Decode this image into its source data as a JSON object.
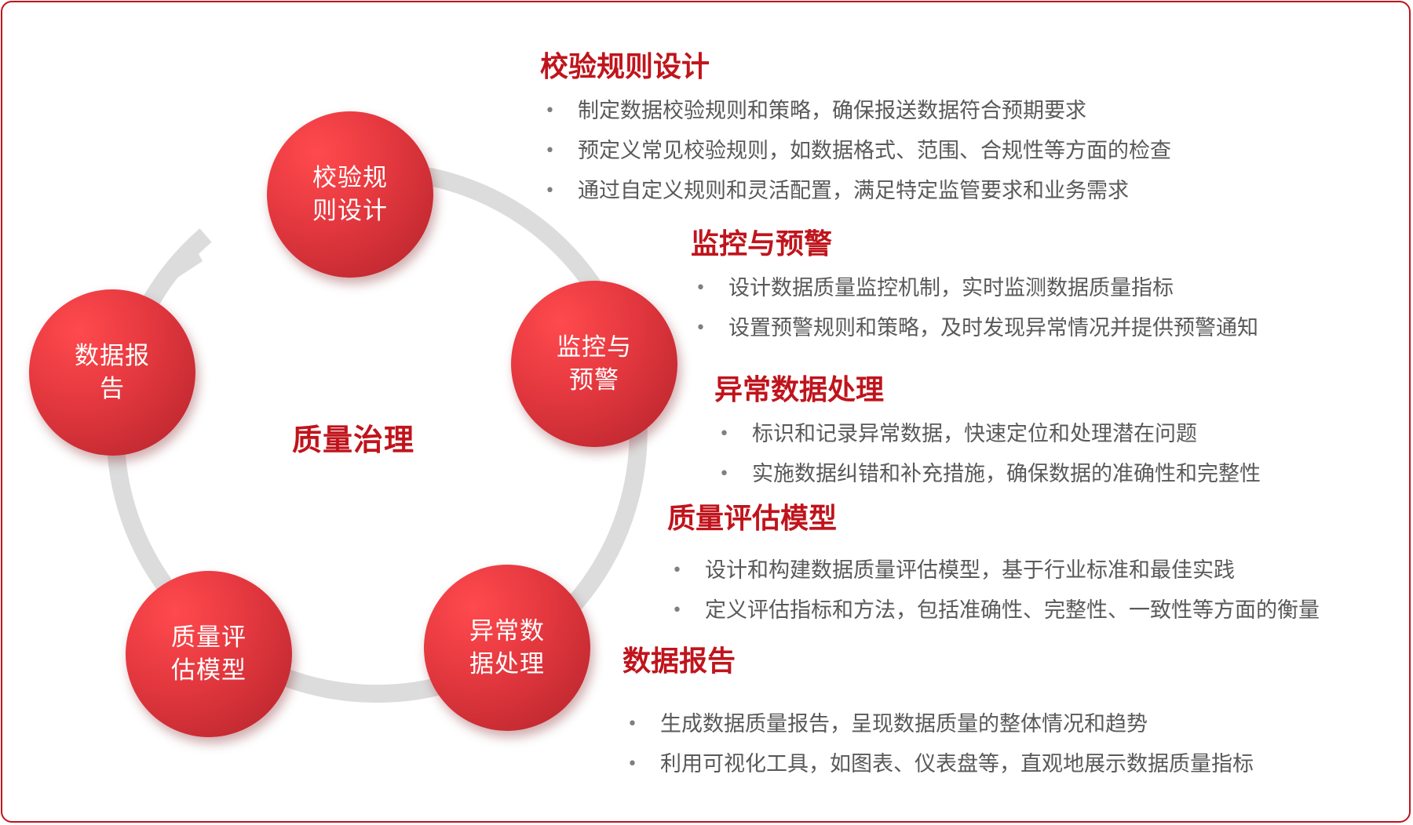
{
  "center_title": "质量治理",
  "nodes": [
    {
      "lines": [
        "校验规",
        "则设计"
      ]
    },
    {
      "lines": [
        "监控与",
        "预警"
      ]
    },
    {
      "lines": [
        "异常数",
        "据处理"
      ]
    },
    {
      "lines": [
        "质量评",
        "估模型"
      ]
    },
    {
      "lines": [
        "数据报",
        "告"
      ]
    }
  ],
  "sections": [
    {
      "title": "校验规则设计",
      "bullets": [
        "制定数据校验规则和策略，确保报送数据符合预期要求",
        "预定义常见校验规则，如数据格式、范围、合规性等方面的检查",
        "通过自定义规则和灵活配置，满足特定监管要求和业务需求"
      ]
    },
    {
      "title": "监控与预警",
      "bullets": [
        "设计数据质量监控机制，实时监测数据质量指标",
        "设置预警规则和策略，及时发现异常情况并提供预警通知"
      ]
    },
    {
      "title": "异常数据处理",
      "bullets": [
        "标识和记录异常数据，快速定位和处理潜在问题",
        "实施数据纠错和补充措施，确保数据的准确性和完整性"
      ]
    },
    {
      "title": "质量评估模型",
      "bullets": [
        "设计和构建数据质量评估模型，基于行业标准和最佳实践",
        "定义评估指标和方法，包括准确性、完整性、一致性等方面的衡量"
      ]
    },
    {
      "title": "数据报告",
      "bullets": [
        "生成数据质量报告，呈现数据质量的整体情况和趋势",
        "利用可视化工具，如图表、仪表盘等，直观地展示数据质量指标"
      ]
    }
  ],
  "colors": {
    "accent": "#c0141c",
    "node_fill": "#e2373e",
    "ring": "#dcdcdc",
    "body_text": "#595959"
  }
}
